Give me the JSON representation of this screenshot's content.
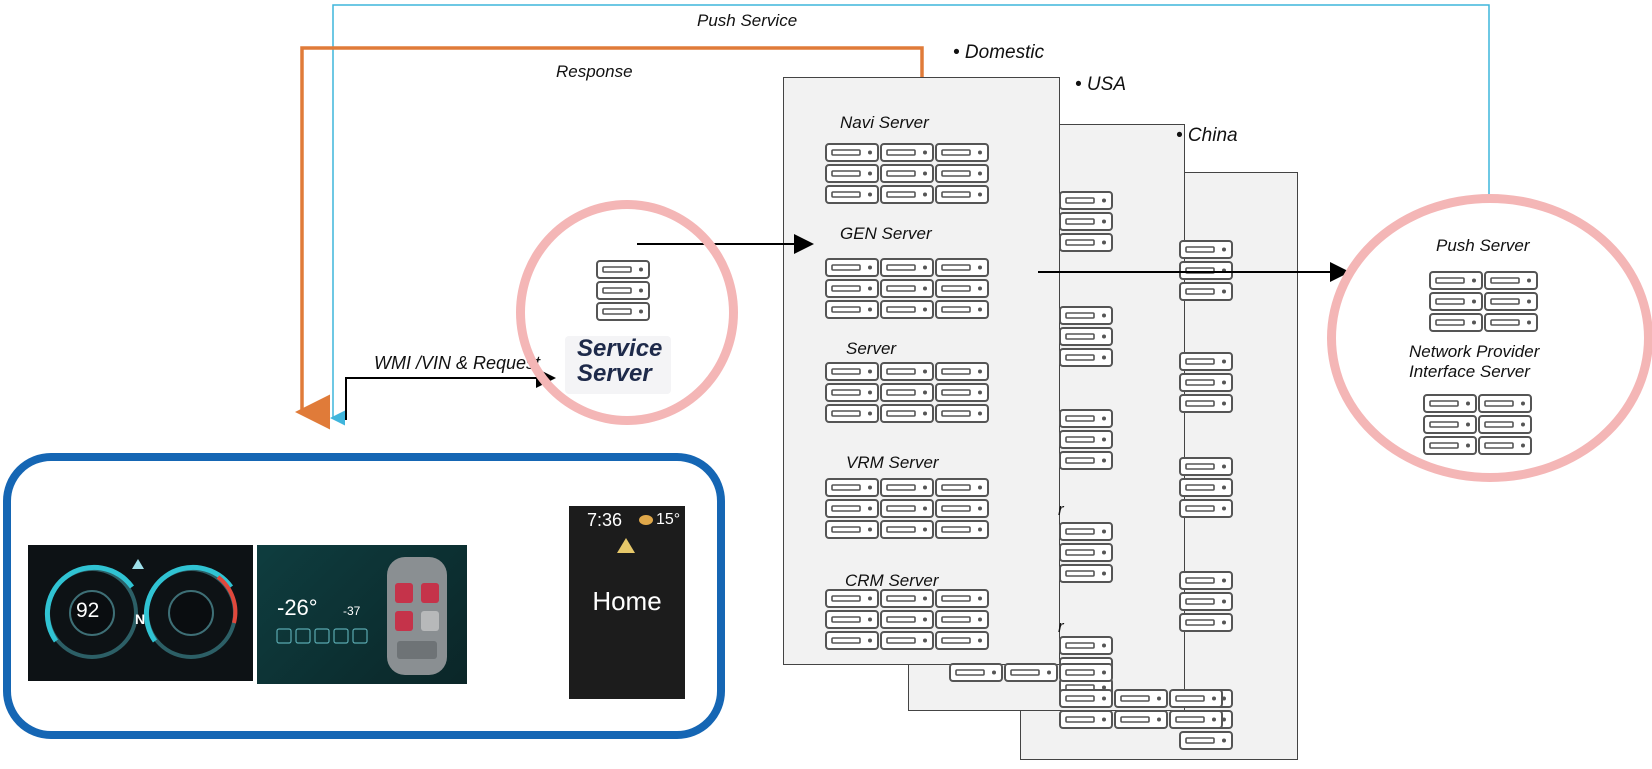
{
  "connectors": {
    "push_service": "Push Service",
    "response": "Response",
    "request": "WMI /VIN & Request"
  },
  "regions": {
    "domestic": "• Domestic",
    "usa": "• USA",
    "china": "• China"
  },
  "front_panel": {
    "servers": [
      "Navi Server",
      "GEN Server",
      "Server",
      "VRM Server",
      "CRM Server"
    ]
  },
  "hidden_fragments": {
    "a": "r",
    "b": "r"
  },
  "service_server": {
    "line1": "Service",
    "line2": "Server"
  },
  "push_node": {
    "title": "Push Server",
    "subtitle_line1": "Network Provider",
    "subtitle_line2": "Interface Server"
  },
  "vehicle": {
    "cluster_speed": "92",
    "cluster_gear": "N",
    "climate_temp": "-26°",
    "climate_temp2": "-37",
    "phone_time": "7:36",
    "phone_weather": "15°",
    "phone_home": "Home"
  },
  "colors": {
    "response_arrow": "#e07b39",
    "push_arrow": "#3fb5dc",
    "vehicle_border": "#1566b4",
    "circle": "#f4b6b6"
  }
}
